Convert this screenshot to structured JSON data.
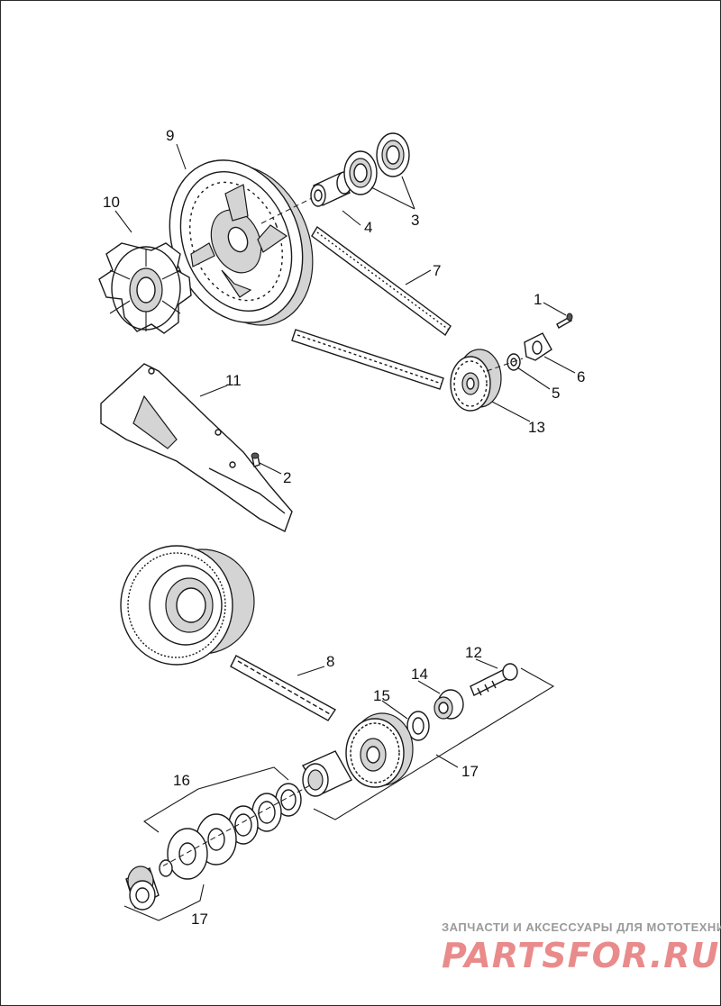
{
  "callouts": {
    "c1": "1",
    "c2": "2",
    "c3": "3",
    "c4": "4",
    "c5": "5",
    "c6": "6",
    "c7": "7",
    "c8": "8",
    "c9": "9",
    "c10": "10",
    "c11": "11",
    "c12": "12",
    "c13": "13",
    "c14": "14",
    "c15": "15",
    "c16": "16",
    "c17a": "17",
    "c17b": "17"
  },
  "watermark": {
    "tagline": "ЗАПЧАСТИ И АКСЕССУАРЫ ДЛЯ МОТОТЕХНИКИ",
    "brand": "PARTSFOR.RU"
  },
  "colors": {
    "line": "#1a1a1a",
    "watermark_brand": "#e98b8b",
    "watermark_tagline": "#9a9a9a"
  }
}
